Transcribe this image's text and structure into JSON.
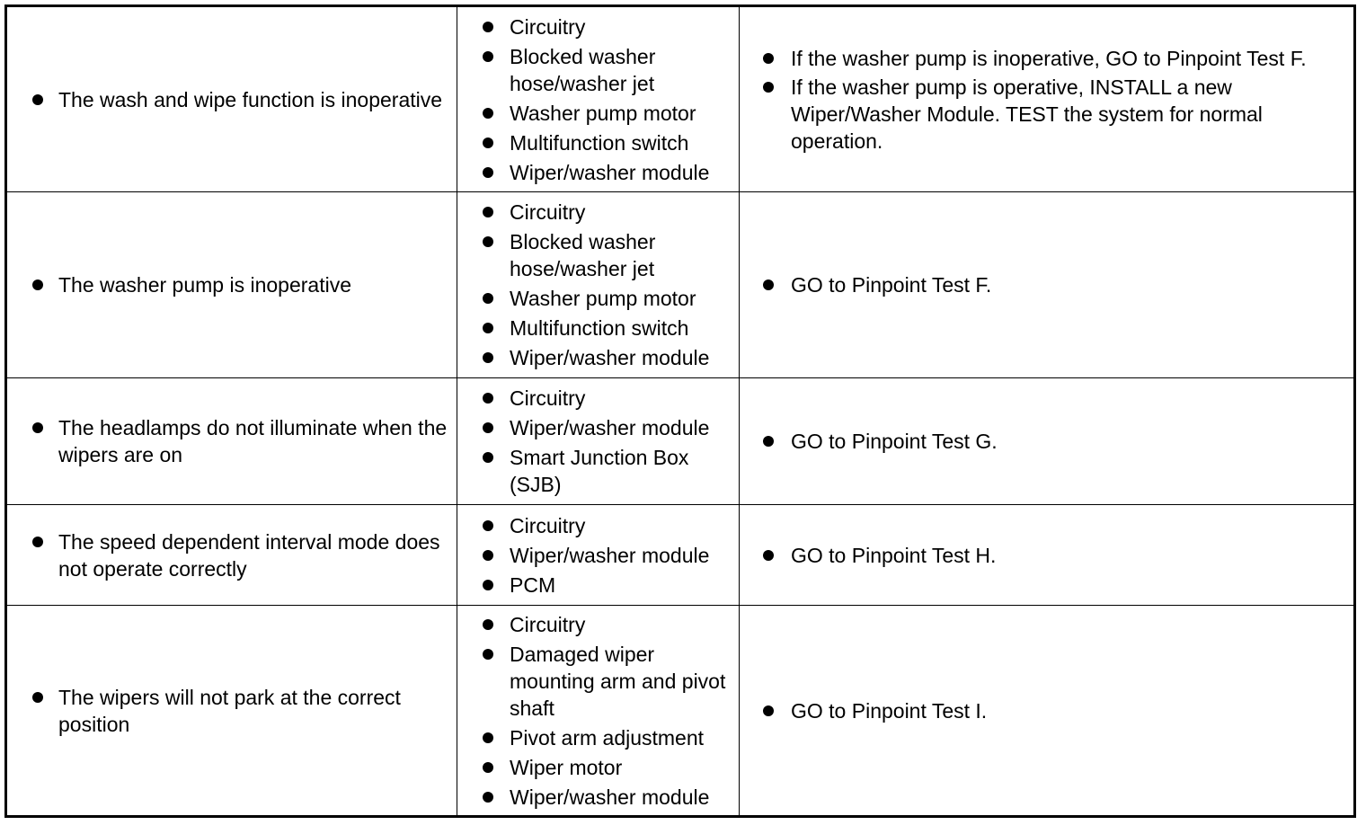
{
  "rows": [
    {
      "symptom": "The wash and wipe function is inoperative",
      "causes": [
        "Circuitry",
        "Blocked washer hose/washer jet",
        "Washer pump motor",
        "Multifunction switch",
        "Wiper/washer module"
      ],
      "actions": [
        "If the washer pump is inoperative, GO to Pinpoint Test F.",
        "If the washer pump is operative, INSTALL a new Wiper/Washer Module. TEST the system for normal operation."
      ]
    },
    {
      "symptom": "The washer pump is inoperative",
      "causes": [
        "Circuitry",
        "Blocked washer hose/washer jet",
        "Washer pump motor",
        "Multifunction switch",
        "Wiper/washer module"
      ],
      "actions": [
        "GO to Pinpoint Test F."
      ]
    },
    {
      "symptom": "The headlamps do not illuminate when the wipers are on",
      "causes": [
        "Circuitry",
        "Wiper/washer module",
        "Smart Junction Box (SJB)"
      ],
      "actions": [
        "GO to Pinpoint Test G."
      ]
    },
    {
      "symptom": "The speed dependent interval mode does not operate correctly",
      "causes": [
        "Circuitry",
        "Wiper/washer module",
        "PCM"
      ],
      "actions": [
        "GO to Pinpoint Test H."
      ]
    },
    {
      "symptom": "The wipers will not park at the correct position",
      "causes": [
        "Circuitry",
        "Damaged wiper mounting arm and pivot shaft",
        "Pivot arm adjustment",
        "Wiper motor",
        "Wiper/washer module"
      ],
      "actions": [
        "GO to Pinpoint Test I."
      ]
    }
  ]
}
